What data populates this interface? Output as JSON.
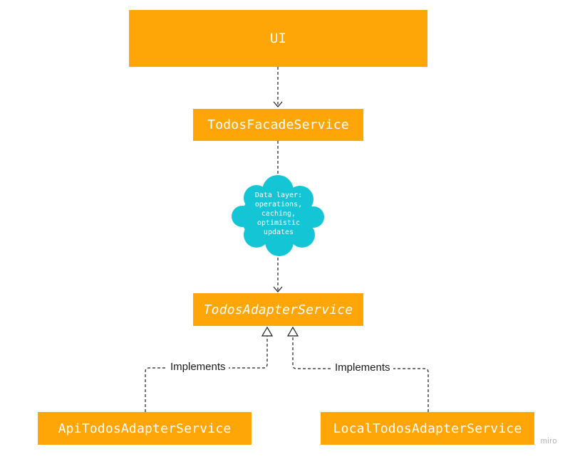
{
  "boxes": {
    "ui": "UI",
    "facade": "TodosFacadeService",
    "adapter": "TodosAdapterService",
    "api": "ApiTodosAdapterService",
    "local": "LocalTodosAdapterService"
  },
  "cloud": {
    "lines": [
      "Data layer:",
      "operations,",
      "caching,",
      "optimistic",
      "updates"
    ]
  },
  "edges": {
    "implements_left": "Implements",
    "implements_right": "Implements"
  },
  "watermark": "miro",
  "colors": {
    "box": "#fea607",
    "cloud": "#14c6d5",
    "line": "#1a1a1a",
    "text_on_box": "#ffffff"
  }
}
